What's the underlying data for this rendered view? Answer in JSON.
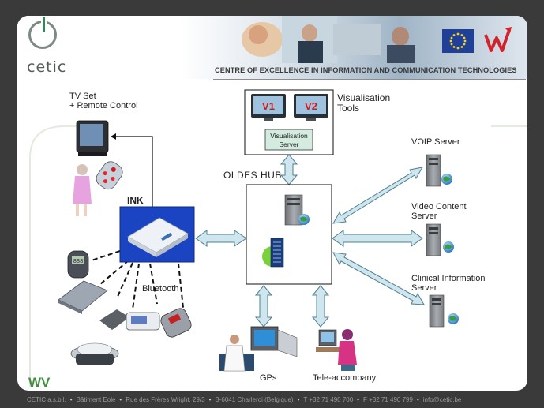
{
  "header": {
    "logo_text": "cetic",
    "caption": "CENTRE OF EXCELLENCE IN INFORMATION AND COMMUNICATION TECHNOLOGIES"
  },
  "diagram": {
    "tv_label_line1": "TV Set",
    "tv_label_line2": "+ Remote Control",
    "ink_label": "INK",
    "bluetooth_label": "Bluetooth",
    "hub_label": "OLDES HUB",
    "vis_tools_line1": "Visualisation",
    "vis_tools_line2": "Tools",
    "screen1": "V1",
    "screen2": "V2",
    "vis_server_line1": "Visualisation",
    "vis_server_line2": "Server",
    "voip_label": "VOIP Server",
    "video_line1": "Video Content",
    "video_line2": "Server",
    "clinical_line1": "Clinical Information",
    "clinical_line2": "Server",
    "gps_label": "GPs",
    "tele_label": "Tele-accompany",
    "ww_mark": "WV",
    "device_display": "888"
  },
  "footer": {
    "items": [
      "CETIC a.s.b.l.",
      "Bâtiment Eole",
      "Rue des Frères Wright, 29/3",
      "B-6041 Charleroi (Belgique)",
      "T +32 71 490 700",
      "F +32 71 490 799",
      "info@cetic.be"
    ]
  },
  "colors": {
    "arrow_fill": "#cfe6ee",
    "arrow_stroke": "#4f7f8f",
    "ink_blue": "#1a44c2",
    "screen_red": "#d11a1a",
    "server_grey": "#8e9296",
    "globe": "#3c8fd1",
    "accent_green": "#2e8b57"
  }
}
